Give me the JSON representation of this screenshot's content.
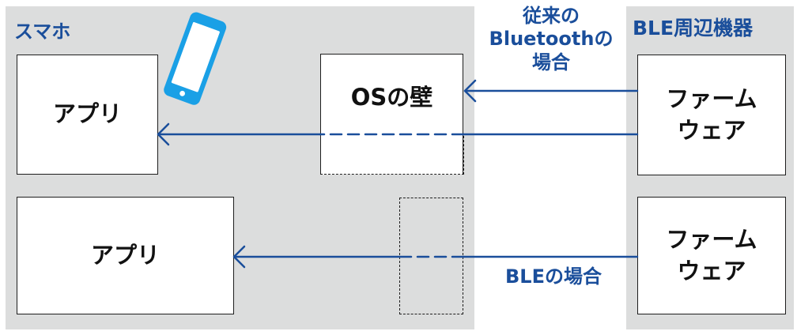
{
  "phone_section": {
    "title": "スマホ"
  },
  "ble_section": {
    "title": "BLE周辺機器"
  },
  "boxes": {
    "app_top": "アプリ",
    "app_bottom": "アプリ",
    "os_wall": "OSの壁",
    "firmware_top": [
      "ファーム",
      "ウェア"
    ],
    "firmware_bottom": [
      "ファーム",
      "ウェア"
    ]
  },
  "flows": {
    "legacy": {
      "label_lines": [
        "従来の",
        "Bluetoothの",
        "場合"
      ]
    },
    "ble": {
      "label": "BLEの場合"
    }
  },
  "colors": {
    "accent": "#1a4e9b",
    "panel": "#dcdddd",
    "phone_icon": "#1aa0e6"
  },
  "icons": {
    "phone": "smartphone-icon"
  }
}
